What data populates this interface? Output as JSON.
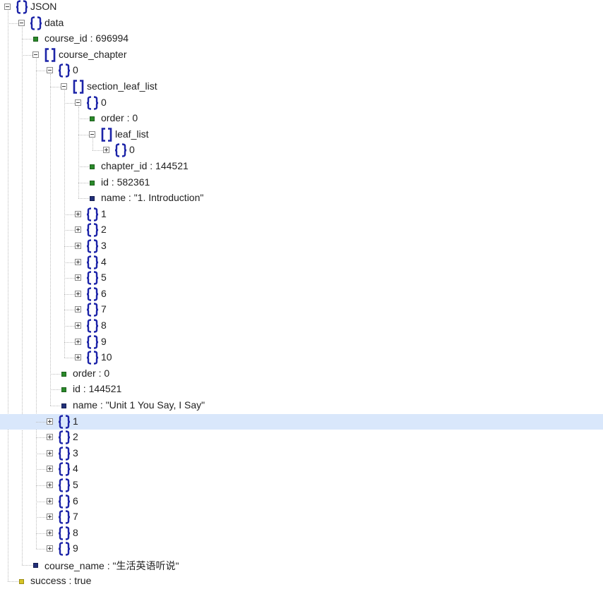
{
  "colors": {
    "selection": "#d9e7fb",
    "icon_blue": "#1c24a8",
    "number_bullet": "#2a8a2a",
    "string_bullet": "#22307a",
    "boolean_bullet": "#d6c427"
  },
  "icons": {
    "object": "curly-braces-icon",
    "array": "square-brackets-icon",
    "expanded": "collapse-toggle-icon",
    "collapsed": "expand-toggle-icon"
  },
  "tree": {
    "rows": [
      {
        "text": "JSON",
        "kind": "object",
        "depth": 0,
        "toggle": "minus"
      },
      {
        "text": "data",
        "kind": "object",
        "depth": 1,
        "toggle": "minus"
      },
      {
        "text": "course_id : 696994",
        "kind": "number",
        "depth": 2
      },
      {
        "text": "course_chapter",
        "kind": "array",
        "depth": 2,
        "toggle": "minus"
      },
      {
        "text": "0",
        "kind": "object",
        "depth": 3,
        "toggle": "minus"
      },
      {
        "text": "section_leaf_list",
        "kind": "array",
        "depth": 4,
        "toggle": "minus"
      },
      {
        "text": "0",
        "kind": "object",
        "depth": 5,
        "toggle": "minus"
      },
      {
        "text": "order : 0",
        "kind": "number",
        "depth": 6
      },
      {
        "text": "leaf_list",
        "kind": "array",
        "depth": 6,
        "toggle": "minus"
      },
      {
        "text": "0",
        "kind": "object",
        "depth": 7,
        "toggle": "plus"
      },
      {
        "text": "chapter_id : 144521",
        "kind": "number",
        "depth": 6
      },
      {
        "text": "id : 582361",
        "kind": "number",
        "depth": 6
      },
      {
        "text": "name : \"1. Introduction\"",
        "kind": "string",
        "depth": 6
      },
      {
        "text": "1",
        "kind": "object",
        "depth": 5,
        "toggle": "plus"
      },
      {
        "text": "2",
        "kind": "object",
        "depth": 5,
        "toggle": "plus"
      },
      {
        "text": "3",
        "kind": "object",
        "depth": 5,
        "toggle": "plus"
      },
      {
        "text": "4",
        "kind": "object",
        "depth": 5,
        "toggle": "plus"
      },
      {
        "text": "5",
        "kind": "object",
        "depth": 5,
        "toggle": "plus"
      },
      {
        "text": "6",
        "kind": "object",
        "depth": 5,
        "toggle": "plus"
      },
      {
        "text": "7",
        "kind": "object",
        "depth": 5,
        "toggle": "plus"
      },
      {
        "text": "8",
        "kind": "object",
        "depth": 5,
        "toggle": "plus"
      },
      {
        "text": "9",
        "kind": "object",
        "depth": 5,
        "toggle": "plus"
      },
      {
        "text": "10",
        "kind": "object",
        "depth": 5,
        "toggle": "plus"
      },
      {
        "text": "order : 0",
        "kind": "number",
        "depth": 4
      },
      {
        "text": "id : 144521",
        "kind": "number",
        "depth": 4
      },
      {
        "text": "name : \"Unit 1 You Say, I Say\"",
        "kind": "string",
        "depth": 4
      },
      {
        "text": "1",
        "kind": "object",
        "depth": 3,
        "toggle": "plus",
        "selected": true
      },
      {
        "text": "2",
        "kind": "object",
        "depth": 3,
        "toggle": "plus"
      },
      {
        "text": "3",
        "kind": "object",
        "depth": 3,
        "toggle": "plus"
      },
      {
        "text": "4",
        "kind": "object",
        "depth": 3,
        "toggle": "plus"
      },
      {
        "text": "5",
        "kind": "object",
        "depth": 3,
        "toggle": "plus"
      },
      {
        "text": "6",
        "kind": "object",
        "depth": 3,
        "toggle": "plus"
      },
      {
        "text": "7",
        "kind": "object",
        "depth": 3,
        "toggle": "plus"
      },
      {
        "text": "8",
        "kind": "object",
        "depth": 3,
        "toggle": "plus"
      },
      {
        "text": "9",
        "kind": "object",
        "depth": 3,
        "toggle": "plus"
      },
      {
        "text": "course_name : \"生活英语听说\"",
        "kind": "string",
        "depth": 2
      },
      {
        "text": "success : true",
        "kind": "boolean",
        "depth": 1
      }
    ]
  }
}
